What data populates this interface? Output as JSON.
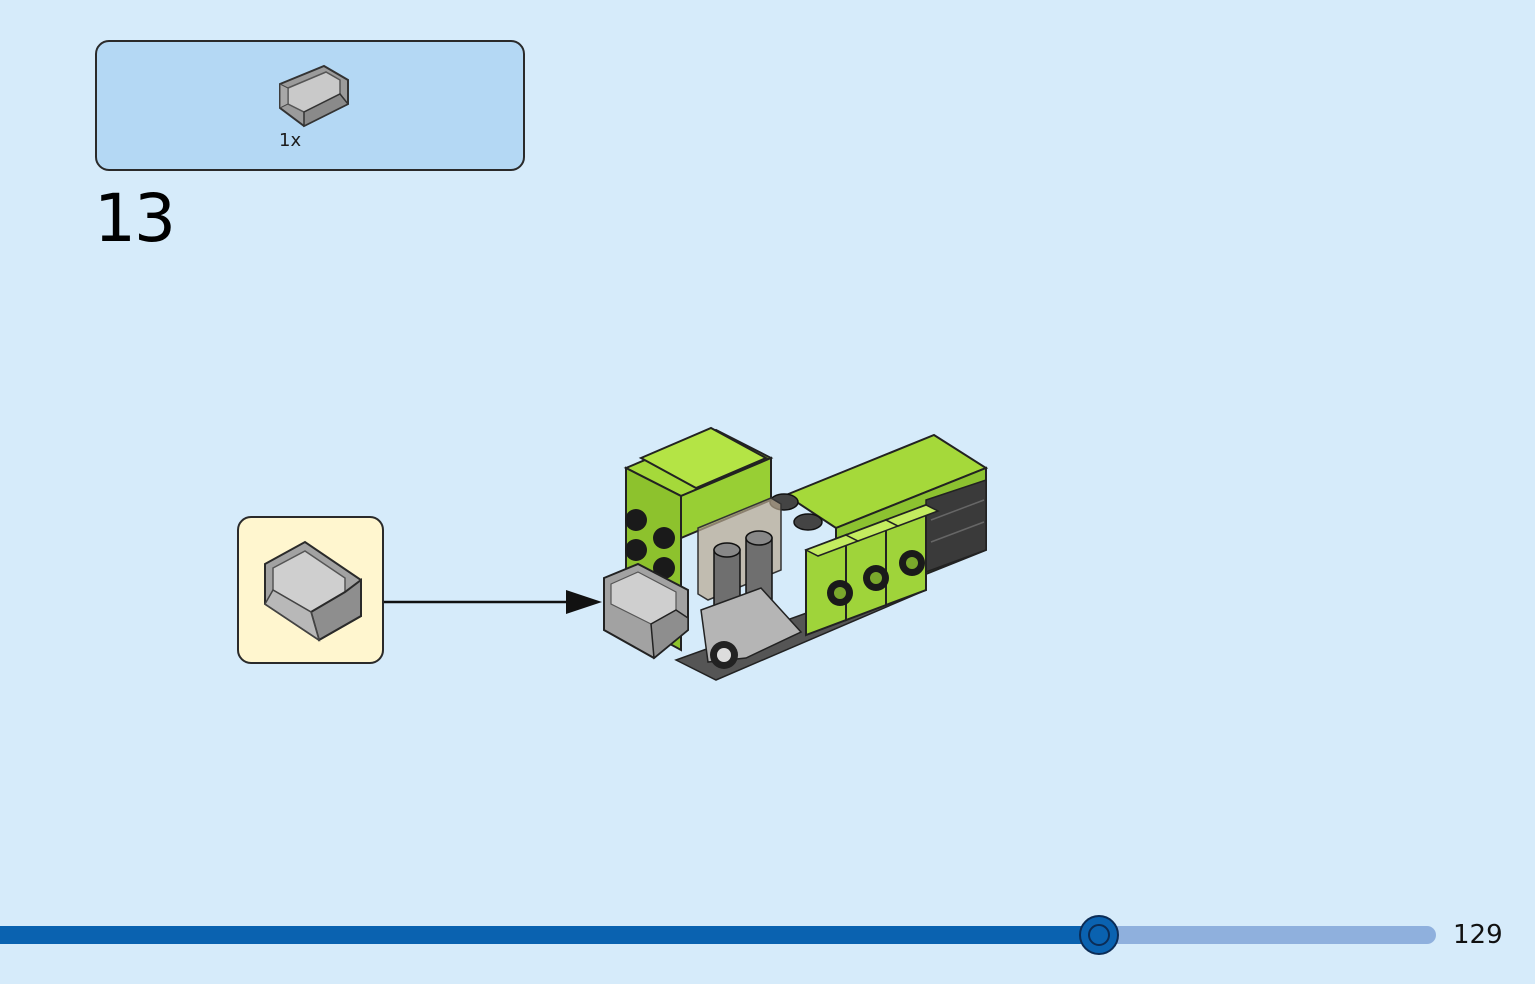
{
  "parts_list": {
    "items": [
      {
        "icon": "gray-seat-icon",
        "quantity": "1x"
      }
    ]
  },
  "step": {
    "number": "13"
  },
  "callout": {
    "icon": "gray-seat-icon"
  },
  "model": {
    "icon": "lime-green-build-model"
  },
  "progress": {
    "fraction": 0.765
  },
  "page": {
    "number": "129"
  },
  "colors": {
    "background": "#d6ebfa",
    "parts_box": "#b4d8f4",
    "callout_box": "#fff6cf",
    "progress_fill": "#0a62b0",
    "progress_track": "#8fb0dd",
    "lime": "#a5d93a"
  }
}
